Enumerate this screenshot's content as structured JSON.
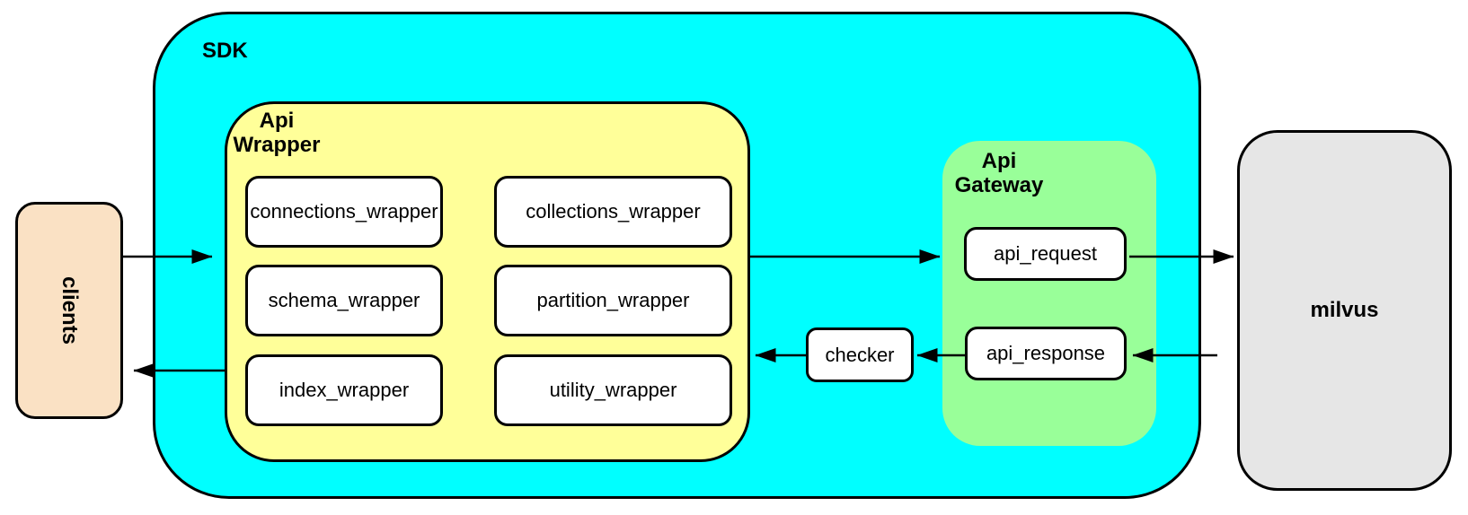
{
  "diagram": {
    "nodes": {
      "clients": "clients",
      "sdk": "SDK",
      "api_wrapper": "Api\nWrapper",
      "wrapper_boxes": [
        "connections_wrapper",
        "collections_wrapper",
        "schema_wrapper",
        "partition_wrapper",
        "index_wrapper",
        "utility_wrapper"
      ],
      "checker": "checker",
      "api_gateway": "Api\nGateway",
      "gateway_boxes": [
        "api_request",
        "api_response"
      ],
      "milvus": "milvus"
    },
    "colors": {
      "sdk_fill": "#00FFFF",
      "api_wrapper_fill": "#FFFF99",
      "api_gateway_fill": "#99FF99",
      "clients_fill": "#FAE1C4",
      "milvus_fill": "#E6E6E6",
      "box_fill": "#FFFFFF",
      "stroke": "#000000"
    }
  }
}
